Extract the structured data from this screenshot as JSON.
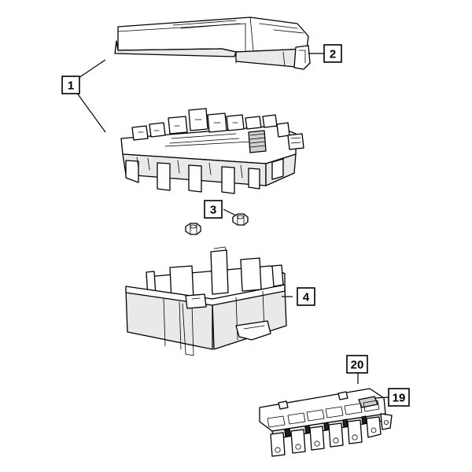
{
  "callouts": [
    {
      "id": "1",
      "label": "1"
    },
    {
      "id": "2",
      "label": "2"
    },
    {
      "id": "3",
      "label": "3"
    },
    {
      "id": "4",
      "label": "4"
    },
    {
      "id": "20",
      "label": "20"
    },
    {
      "id": "19",
      "label": "19"
    }
  ]
}
